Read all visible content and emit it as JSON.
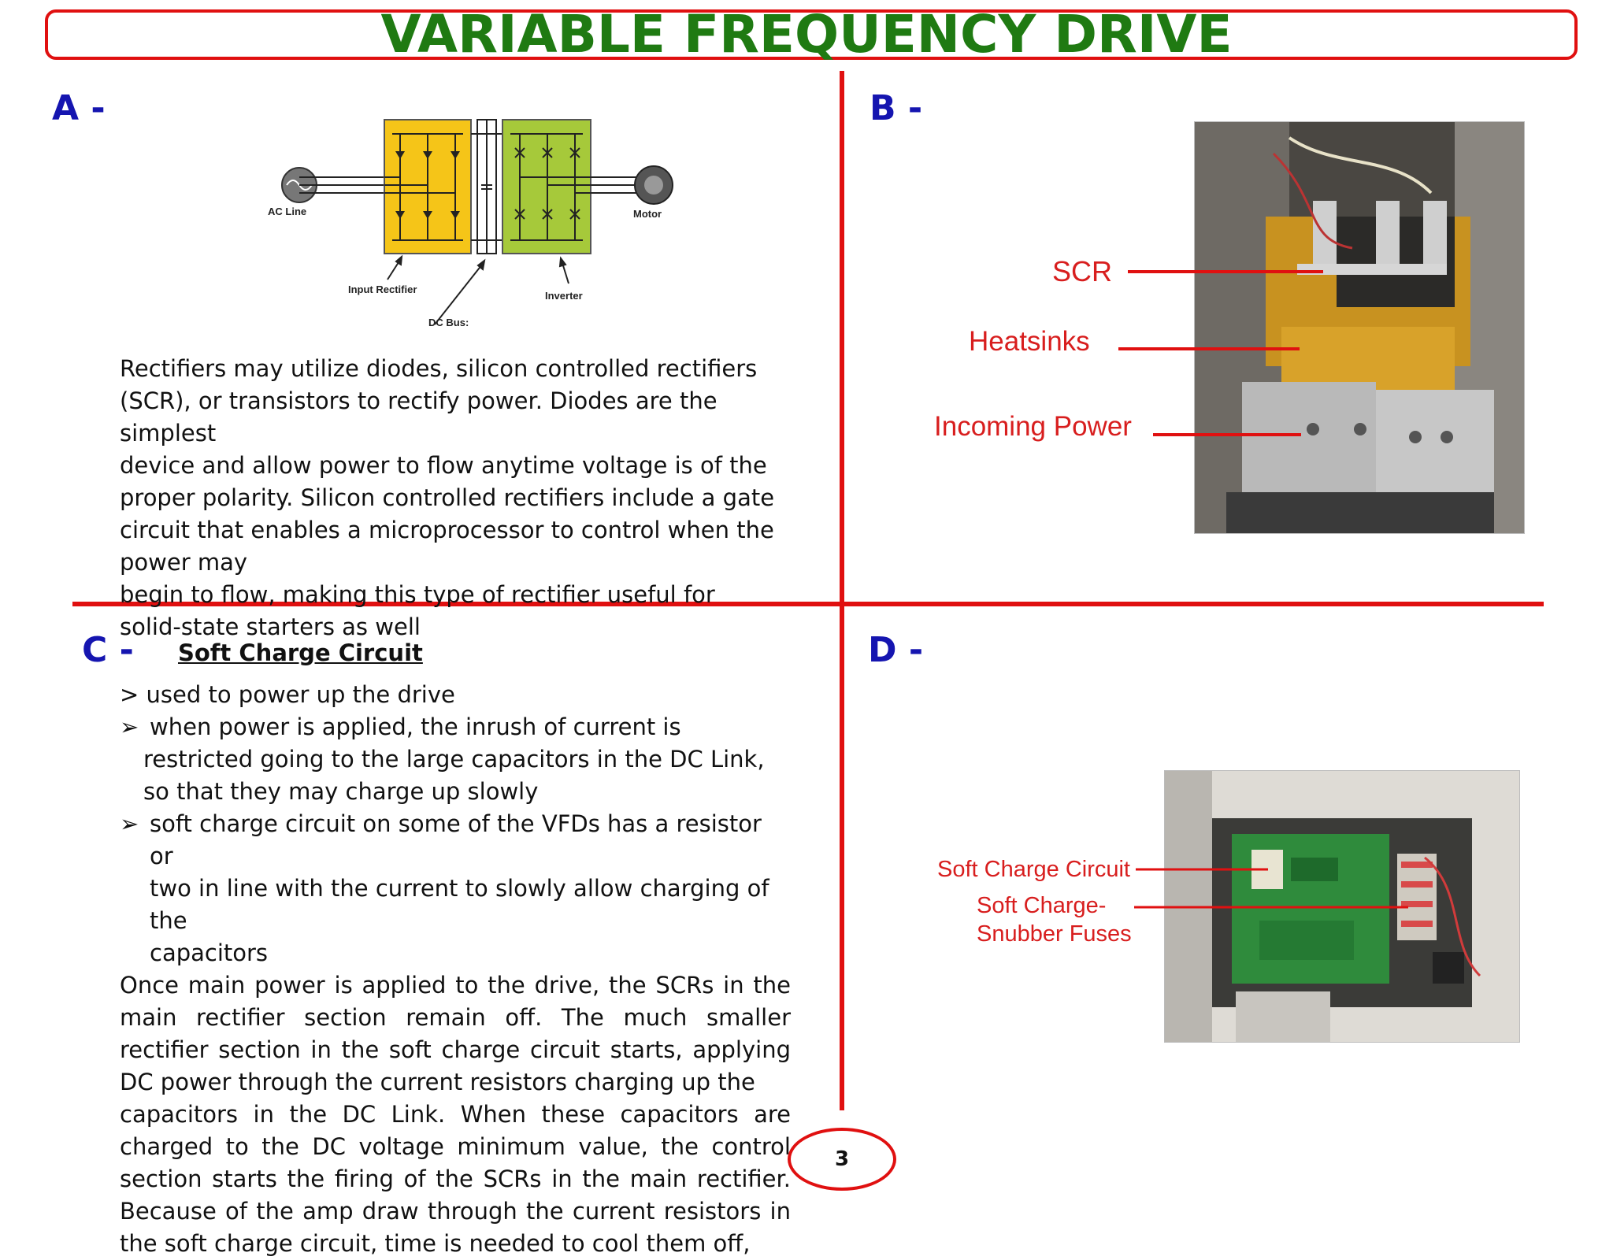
{
  "title": "VARIABLE FREQUENCY DRIVE",
  "sections": {
    "a": {
      "label": "A -",
      "diagram": {
        "ac_line": "AC Line",
        "motor": "Motor",
        "input_rectifier": "Input Rectifier",
        "dc_bus": "DC Bus:",
        "inverter": "Inverter"
      },
      "lines": [
        "Rectifiers may utilize diodes, silicon controlled rectifiers",
        "(SCR), or transistors to rectify power. Diodes are the simplest",
        "device and allow power to flow anytime voltage is of the",
        "proper polarity. Silicon controlled rectifiers include a gate",
        "circuit that enables a microprocessor to control when the",
        "power may",
        "begin to flow, making this type of rectifier useful for",
        "solid-state starters as well"
      ]
    },
    "b": {
      "label": "B -",
      "callouts": {
        "scr": "SCR",
        "heatsinks": "Heatsinks",
        "incoming_power": "Incoming Power"
      }
    },
    "c": {
      "label": "C -",
      "heading": "Soft Charge Circuit",
      "intro": "> used to power up the drive",
      "bullet_1": [
        "when power is applied, the inrush of current is",
        "restricted going to the large capacitors in the DC Link,",
        "so that they may charge up slowly"
      ],
      "bullet_2": [
        "soft charge circuit on some of the VFDs has a resistor or",
        "two in line with the current to slowly allow charging of the",
        "capacitors"
      ],
      "paragraph_1": "Once main power is applied to the drive, the SCRs in the main rectifier section remain off. The much smaller rectifier section in the soft charge circuit starts, applying DC power through the current resistors charging up the",
      "paragraph_2": "capacitors in the DC Link. When these capacitors are charged to the DC voltage minimum value, the control section starts the firing of the SCRs in the main rectifier.  Because of the amp draw through the current resistors in the soft charge circuit, time is needed to cool them off,"
    },
    "d": {
      "label": "D -",
      "callouts": {
        "soft_charge_circuit": "Soft Charge Circuit",
        "fuses_line_1": "Soft Charge-",
        "fuses_line_2": "Snubber Fuses"
      }
    }
  },
  "page_number": "3",
  "colors": {
    "title": "#1f7a12",
    "frame_red": "#e01010",
    "section_label": "#1515b0",
    "rectifier_fill": "#f5c518",
    "inverter_fill": "#a6c93a",
    "callout_red": "#d81e1e"
  }
}
